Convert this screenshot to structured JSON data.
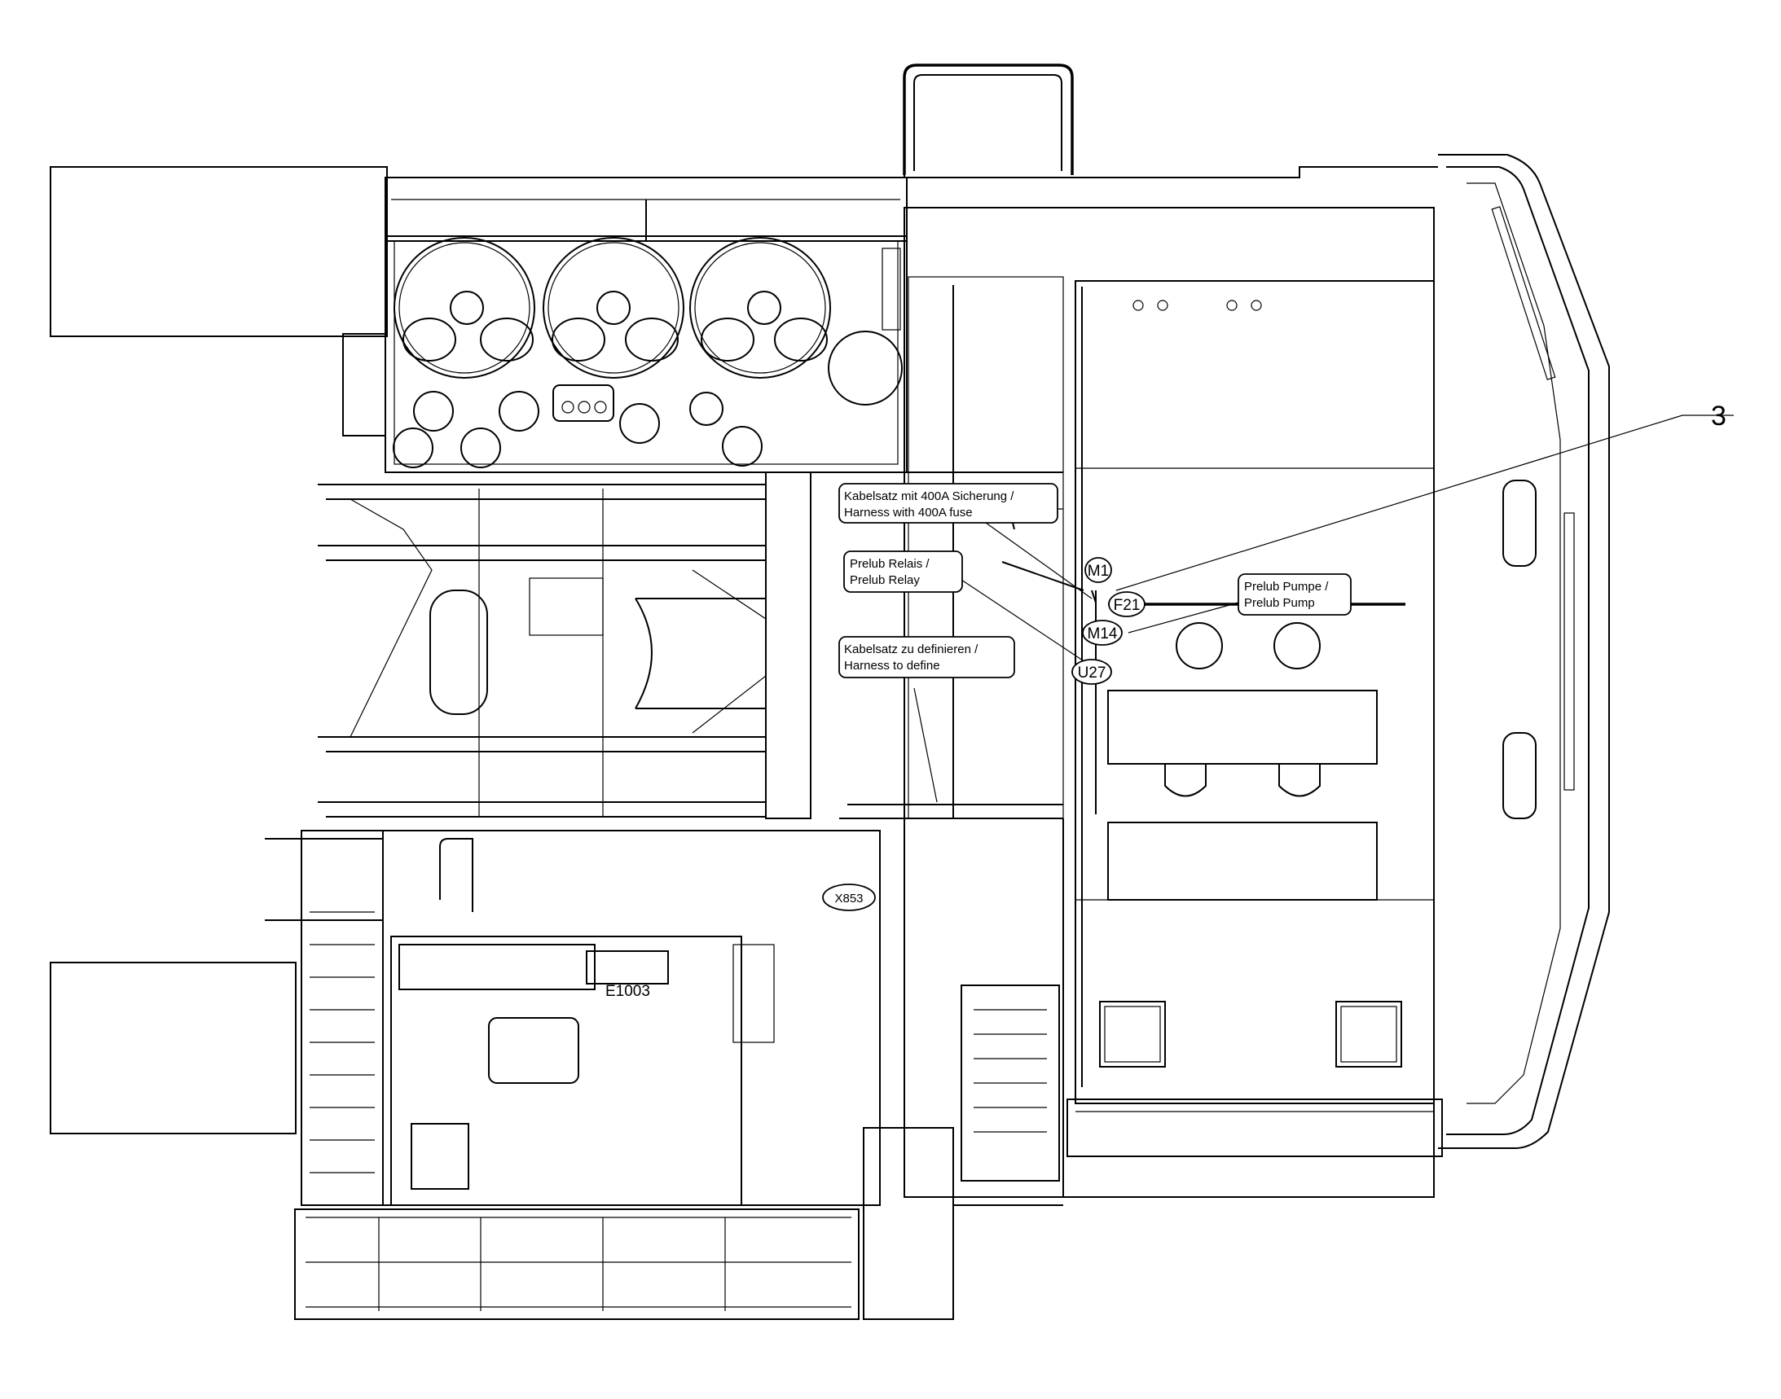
{
  "callouts": {
    "harness_fuse_line1": "Kabelsatz mit 400A Sicherung /",
    "harness_fuse_line2": "Harness with 400A fuse",
    "prelub_relay_line1": "Prelub Relais /",
    "prelub_relay_line2": "Prelub Relay",
    "harness_define_line1": "Kabelsatz zu definieren /",
    "harness_define_line2": "Harness to define",
    "prelub_pump_line1": "Prelub Pumpe /",
    "prelub_pump_line2": "Prelub Pump"
  },
  "components": {
    "m1": "M1",
    "f21": "F21",
    "m14": "M14",
    "u27": "U27",
    "x853": "X853",
    "e1003": "E1003"
  },
  "item_number": "3"
}
